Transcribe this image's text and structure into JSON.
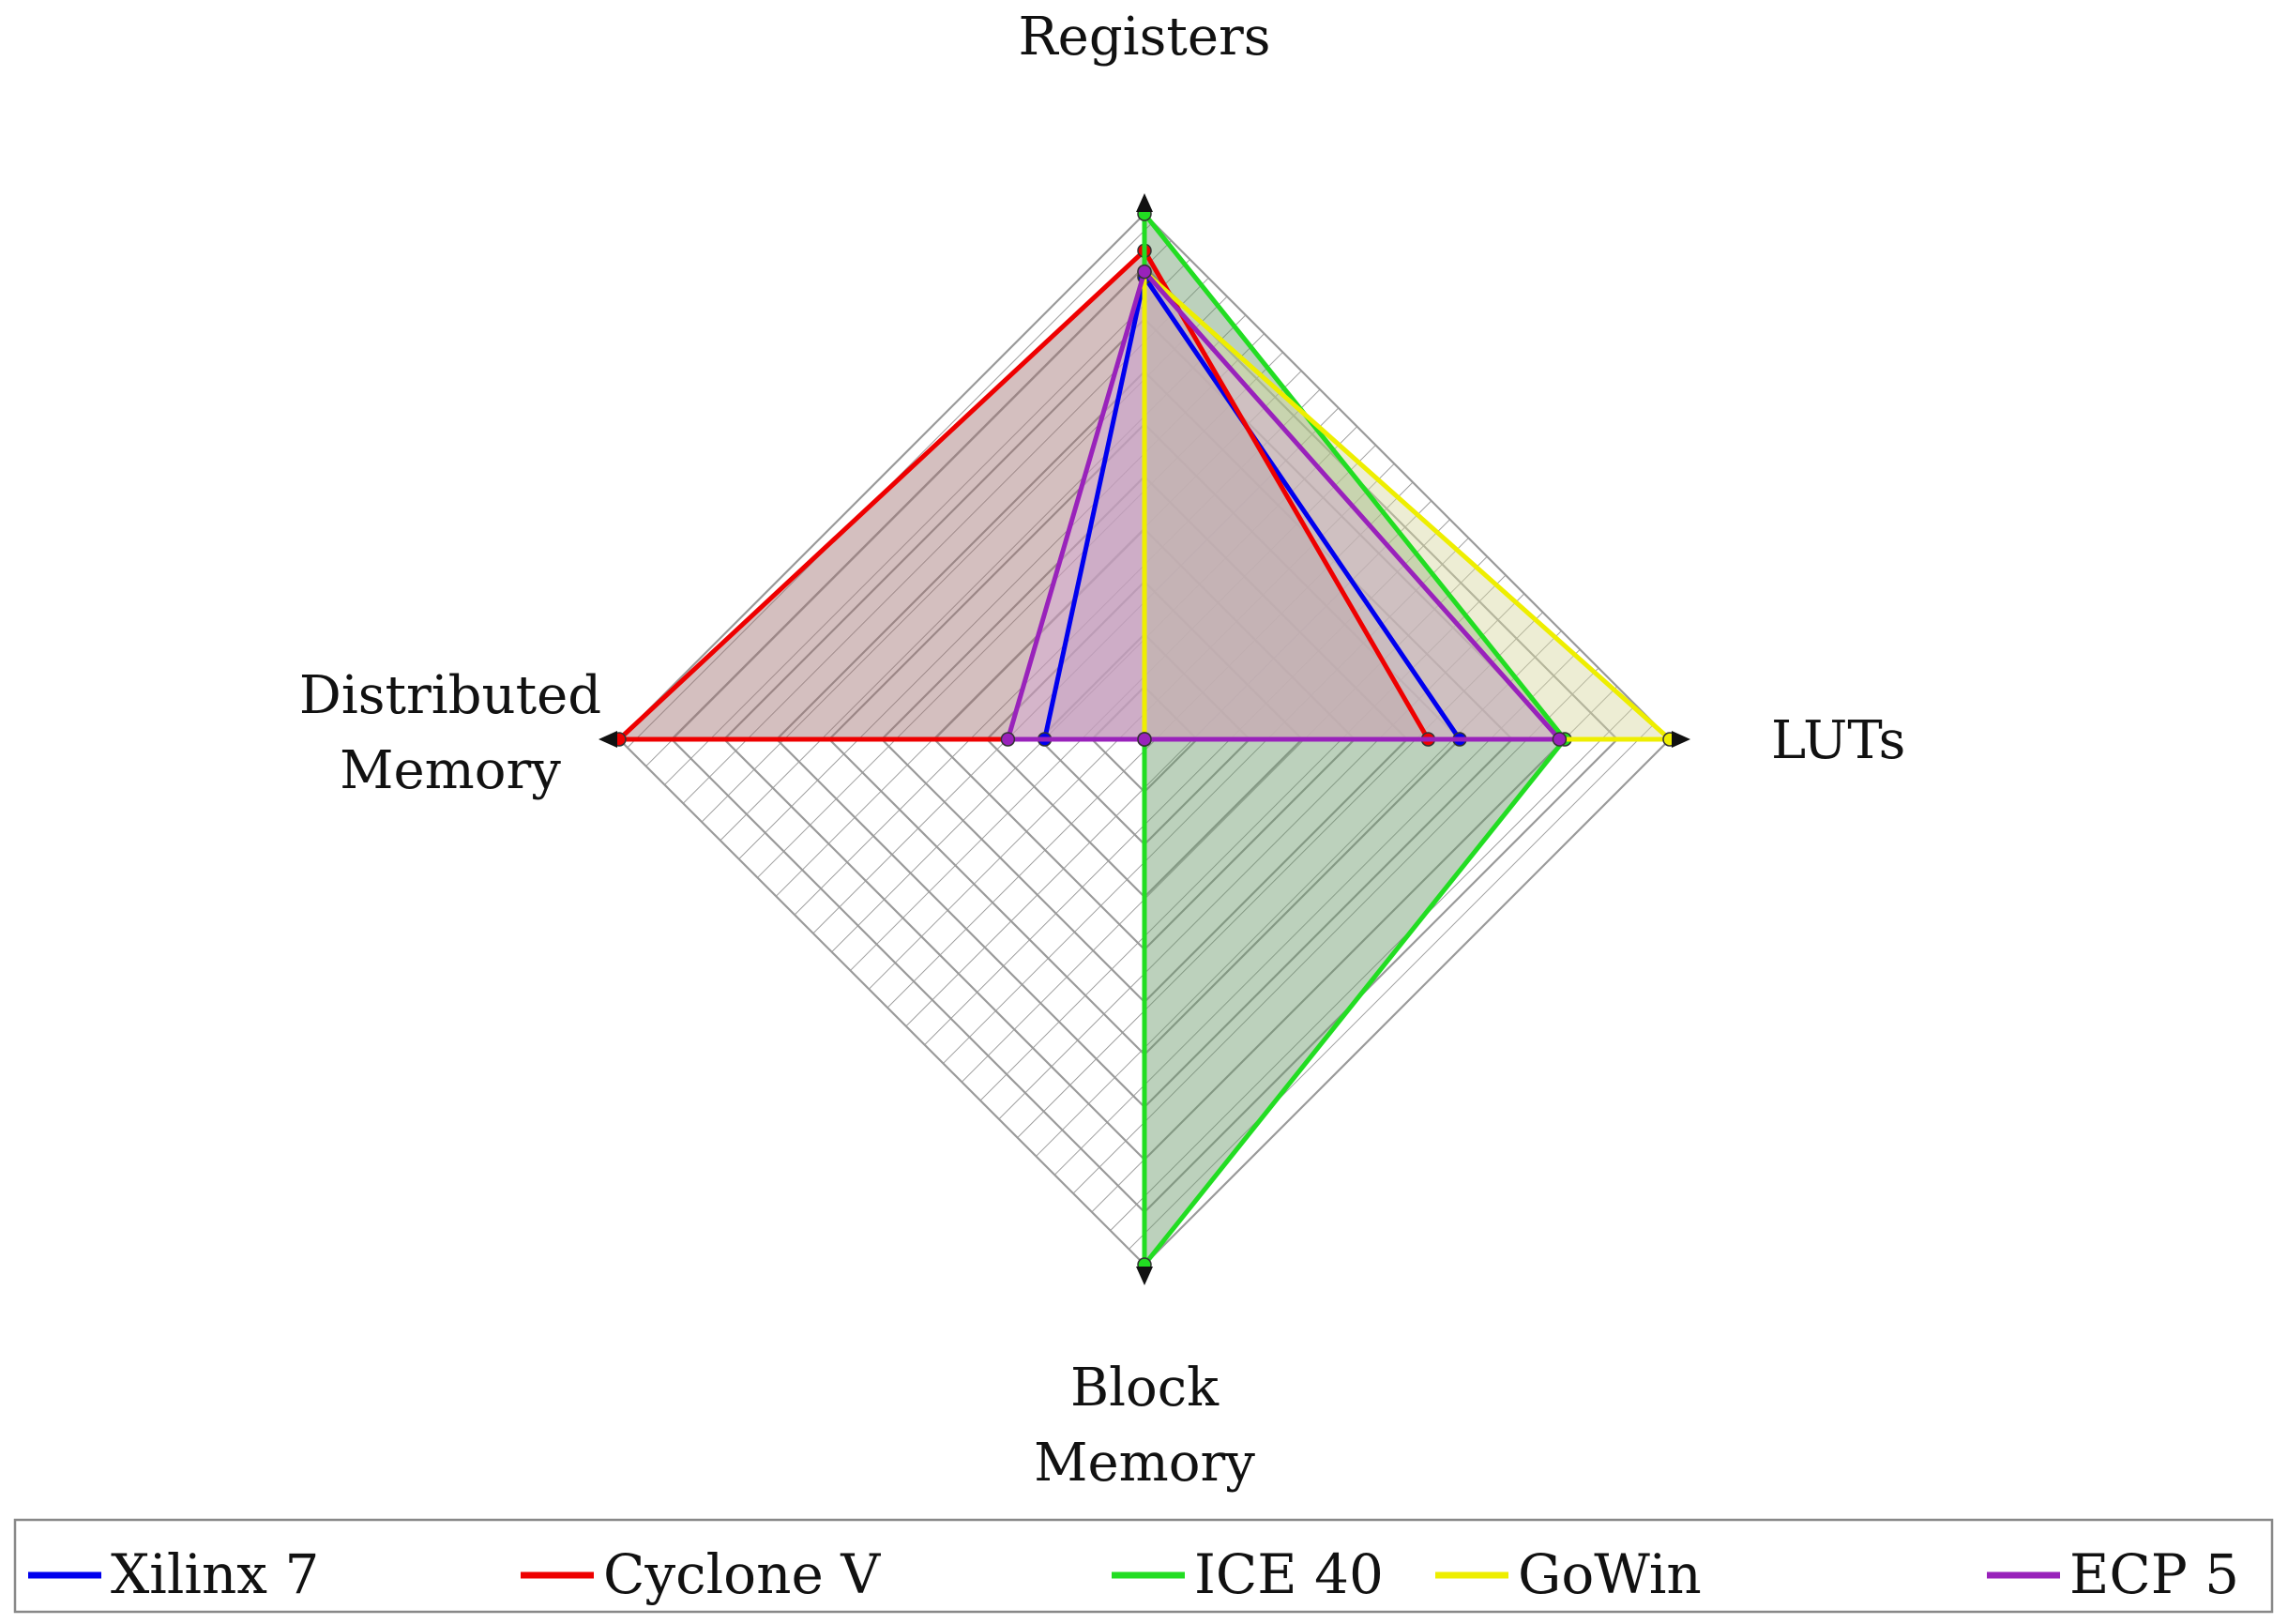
{
  "chart_data": {
    "type": "radar",
    "axes": [
      {
        "key": "registers",
        "label_lines": [
          "Registers"
        ]
      },
      {
        "key": "luts",
        "label_lines": [
          "LUTs"
        ]
      },
      {
        "key": "block_memory",
        "label_lines": [
          "Block",
          "Memory"
        ]
      },
      {
        "key": "distributed_memory",
        "label_lines": [
          "Distributed",
          "Memory"
        ]
      }
    ],
    "range": [
      0,
      1
    ],
    "grid_levels": 10,
    "grid": true,
    "legend_position": "bottom",
    "series": [
      {
        "name": "Xilinx 7",
        "color": "#0000ee",
        "fill": "#c8c8ea",
        "values": {
          "registers": 0.88,
          "luts": 0.6,
          "block_memory": 0,
          "distributed_memory": 0.19
        }
      },
      {
        "name": "Cyclone V",
        "color": "#ee0000",
        "fill": "#a07070",
        "values": {
          "registers": 0.93,
          "luts": 0.54,
          "block_memory": 0,
          "distributed_memory": 1.0
        }
      },
      {
        "name": "ICE 40",
        "color": "#22dd22",
        "fill": "#6a9a6a",
        "values": {
          "registers": 1.0,
          "luts": 0.8,
          "block_memory": 1.0,
          "distributed_memory": 0
        }
      },
      {
        "name": "GoWin",
        "color": "#eeee00",
        "fill": "#d8d8a0",
        "values": {
          "registers": 0.89,
          "luts": 1.0,
          "block_memory": 0,
          "distributed_memory": 0
        }
      },
      {
        "name": "ECP 5",
        "color": "#9922bb",
        "fill": "#d8a8d8",
        "values": {
          "registers": 0.89,
          "luts": 0.79,
          "block_memory": 0,
          "distributed_memory": 0.26
        }
      }
    ]
  }
}
